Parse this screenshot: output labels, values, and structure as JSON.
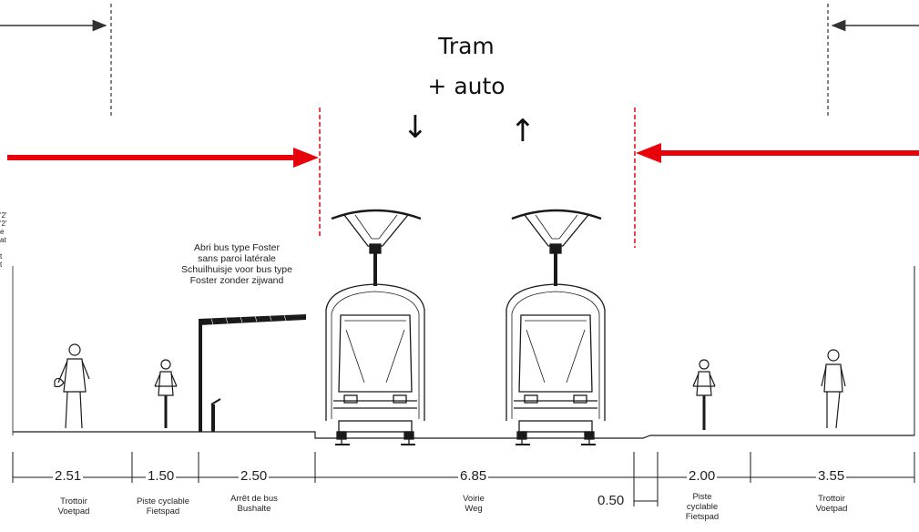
{
  "title": {
    "line1": "Tram",
    "line2": "+ auto"
  },
  "direction_arrows": {
    "down": "↓",
    "up": "↑"
  },
  "shelter_note": [
    "Abri bus type Foster",
    "sans paroi latérale",
    "Schuilhuisje voor bus type",
    "Foster zonder zijwand"
  ],
  "clipped_left_text": [
    "'2'",
    "'2'",
    "e",
    "at",
    "",
    "t",
    "t"
  ],
  "segments": [
    {
      "width": "2.51",
      "label_fr": "Trottoir",
      "label_nl": "Voetpad"
    },
    {
      "width": "1.50",
      "label_fr": "Piste cyclable",
      "label_nl": "Fietspad"
    },
    {
      "width": "2.50",
      "label_fr": "Arrêt de bus",
      "label_nl": "Bushalte"
    },
    {
      "width": "6.85",
      "label_fr": "Voirie",
      "label_nl": "Weg"
    },
    {
      "width": "0.50",
      "label_fr": "",
      "label_nl": ""
    },
    {
      "width": "2.00",
      "label_fr": "Piste",
      "label_fr2": "cyclable",
      "label_nl": "Fietspad"
    },
    {
      "width": "3.55",
      "label_fr": "Trottoir",
      "label_nl": "Voetpad"
    }
  ],
  "colors": {
    "red_arrow": "#e8000b",
    "line": "#1a1a1a",
    "guide": "#333333"
  }
}
